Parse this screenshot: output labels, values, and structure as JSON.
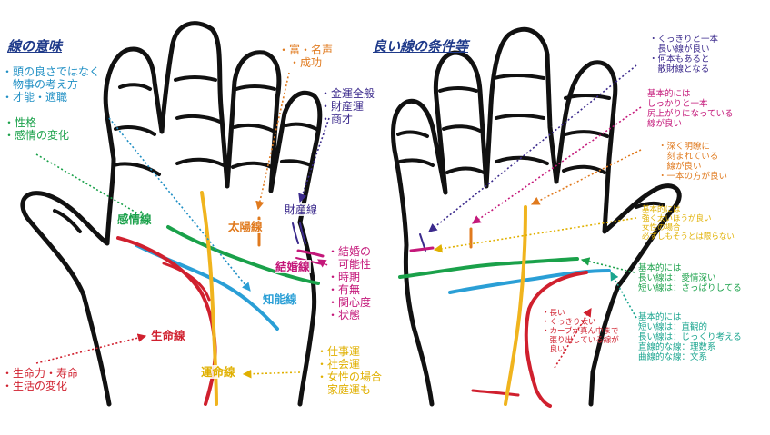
{
  "titles": {
    "left": "線の意味",
    "right": "良い線の条件等"
  },
  "left_lines": {
    "kanjo": "感情線",
    "taiyo": "太陽線",
    "zaisan": "財産線",
    "kekkon": "結婚線",
    "chino": "知能線",
    "seimei": "生命線",
    "unmei": "運命線"
  },
  "left_notes": {
    "chino": "・頭の良さではなく\n　物事の考え方\n・才能・適職",
    "kanjo": "・性格\n・感情の変化",
    "taiyo": "・富・名声\n　・成功",
    "zaisan": "・金運全般\n・財産運\n・商才",
    "kekkon": "・結婚の\n　可能性\n・時期\n・有無\n・関心度\n・状態",
    "unmei": "・仕事運\n・社会運\n・女性の場合\n　家庭運も",
    "seimei": "・生命力・寿命\n・生活の変化"
  },
  "right_notes": {
    "zaisan": "・くっきりと一本\n　長い線が良い\n・何本もあると\n　散財線となる",
    "taiyo": "基本的には\nしっかりと一本\n尻上がりになっている\n線が良い",
    "unmei": "・深く明瞭に\n　刻まれている\n　線が良い\n・一本の方が良い",
    "kekkon": "基本的には\n強く太いほうが良い\n女性の場合\n必ずしもそうとは限らない",
    "kanjo": "基本的には\n長い線は：愛情深い\n短い線は：さっぱりしてる",
    "chino": "基本的には\n短い線は：直観的\n長い線は：じっくり考える\n直線的な線：理数系\n曲線的な線：文系",
    "seimei": "・長い\n・くっきり太い\n・カーブが真ん中まで\n　張り出している線が\n　良い"
  },
  "colors": {
    "kanjo": "#1aa14a",
    "chino": "#2a9fd6",
    "seimei": "#d0202e",
    "unmei": "#f0b41e",
    "taiyo": "#e07a1e",
    "zaisan": "#3b2a8c",
    "kekkon": "#c4187a",
    "sub_blue": "#2a9fd6",
    "sub_teal": "#1aa58f",
    "sub_yellow": "#e0b000",
    "left_line_note": "#1f8fc4",
    "title": "#1f3a8a"
  }
}
